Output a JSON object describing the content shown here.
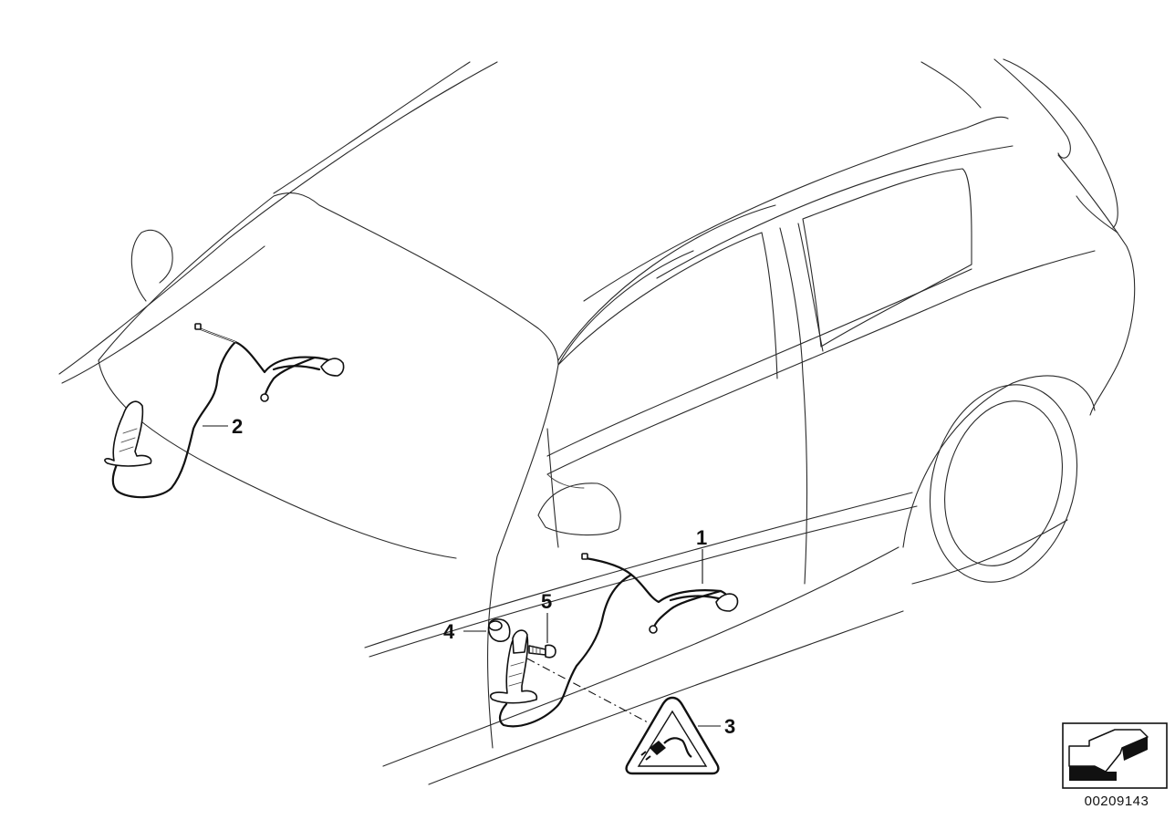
{
  "callouts": {
    "c1": "1",
    "c2": "2",
    "c3": "3",
    "c4": "4",
    "c5": "5"
  },
  "document_number": "00209143",
  "icons": {
    "warning": "warning-triangle-plug-icon",
    "direction": "direction-arrow-icon"
  },
  "colors": {
    "line": "#2a2a2a",
    "ink": "#111111",
    "background": "#ffffff"
  }
}
